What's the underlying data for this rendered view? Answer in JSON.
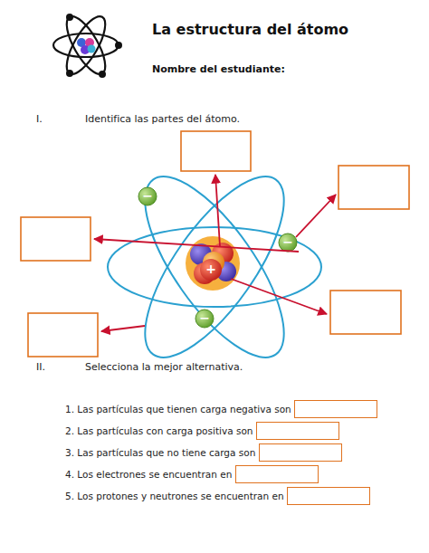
{
  "diagram": {
    "title": "La estructura del átomo",
    "labels": [
      "Nombre del estudiante:",
      "I.",
      "Identifica las partes del átomo.",
      "−",
      "−",
      "−",
      "+",
      "II.",
      "Selecciona la mejor alternativa.",
      "1.  Las partículas que tienen carga negativa son",
      "2.  Las partículas con carga positiva son",
      "3.  Las partículas que no tiene carga son",
      "4.  Los electrones se encuentran en",
      "5.  Los protones y neutrones se encuentran en"
    ]
  }
}
